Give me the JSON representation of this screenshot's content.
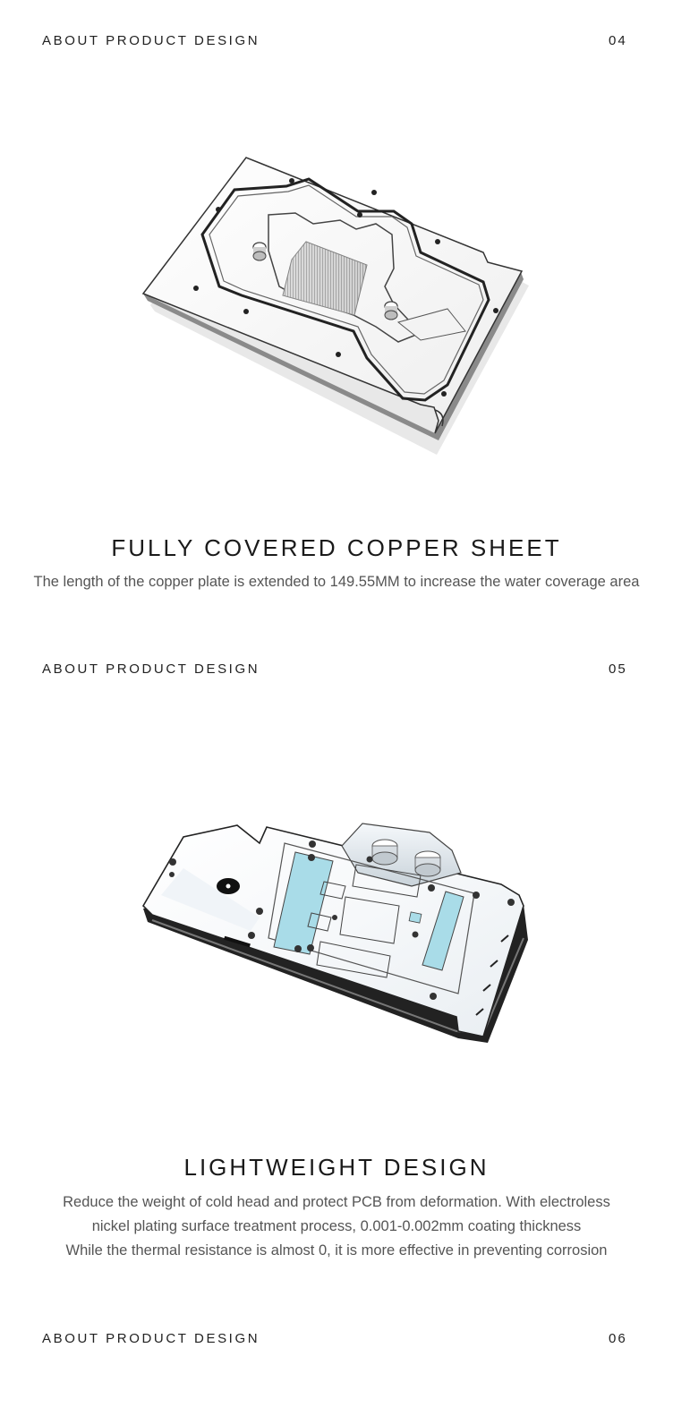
{
  "sections": [
    {
      "header_label": "ABOUT PRODUCT DESIGN",
      "number": "04",
      "title": "FULLY COVERED COPPER SHEET",
      "description": [
        "The length of the copper plate is extended to 149.55MM to increase the water coverage area"
      ]
    },
    {
      "header_label": "ABOUT PRODUCT DESIGN",
      "number": "05",
      "title": "LIGHTWEIGHT DESIGN",
      "description": [
        "Reduce the weight of cold head and protect PCB from deformation. With electroless",
        "nickel plating surface treatment process, 0.001-0.002mm coating thickness",
        "While the thermal resistance is almost 0, it is more effective in preventing corrosion"
      ]
    },
    {
      "header_label": "ABOUT PRODUCT DESIGN",
      "number": "06"
    }
  ],
  "colors": {
    "background": "#ffffff",
    "text": "#222222",
    "description": "#555555",
    "thermal_pad": "#a9dce8"
  },
  "images": [
    {
      "name": "copper-sheet-image"
    },
    {
      "name": "water-block-image"
    }
  ]
}
